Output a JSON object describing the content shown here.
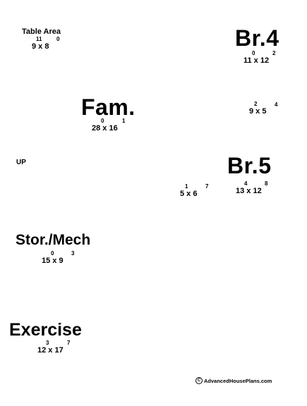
{
  "plan": {
    "rooms": [
      {
        "id": "table-area",
        "label": "Table Area",
        "dim_main": "9 x 8",
        "sup1": "11",
        "sup2": "0"
      },
      {
        "id": "br4",
        "label": "Br.4",
        "dim_main": "11 x 12",
        "sup1": "0",
        "sup2": "2"
      },
      {
        "id": "fam",
        "label": "Fam.",
        "dim_main": "28 x 16",
        "sup1": "0",
        "sup2": "1"
      },
      {
        "id": "small-right",
        "label": "",
        "dim_main": "9 x 5",
        "sup1": "2",
        "sup2": "4"
      },
      {
        "id": "br5",
        "label": "Br.5",
        "dim_main": "13 x 12",
        "sup1": "4",
        "sup2": "8"
      },
      {
        "id": "small-mid",
        "label": "",
        "dim_main": "5 x 6",
        "sup1": "1",
        "sup2": "7"
      },
      {
        "id": "stor-mech",
        "label": "Stor./Mech",
        "dim_main": "15 x 9",
        "sup1": "0",
        "sup2": "3"
      },
      {
        "id": "exercise",
        "label": "Exercise",
        "dim_main": "12 x 17",
        "sup1": "3",
        "sup2": "7"
      }
    ],
    "stair_label": "UP",
    "credit": {
      "icon": "copyright-icon",
      "symbol": "C",
      "text": "AdvancedHousePlans.com"
    }
  }
}
